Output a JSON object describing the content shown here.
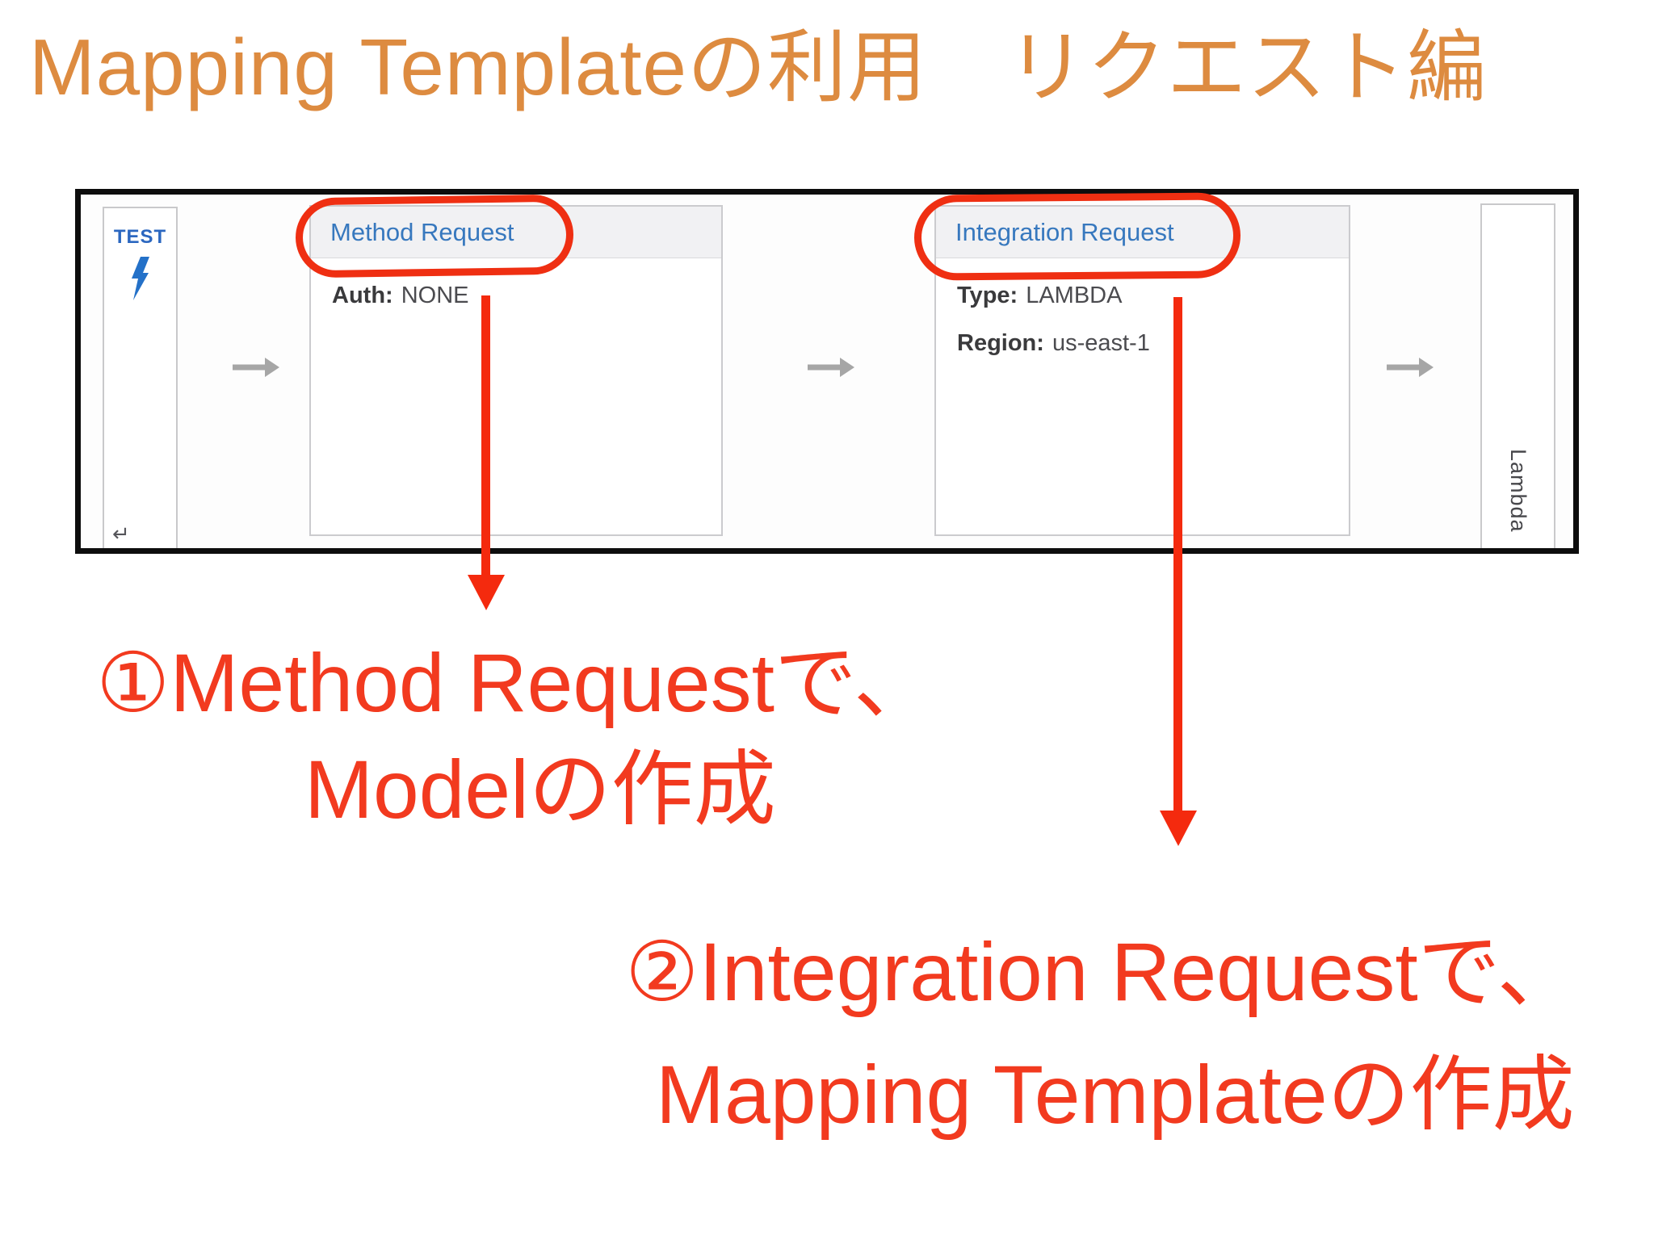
{
  "slide": {
    "title": "Mapping Templateの利用　リクエスト編",
    "title_color": "#DD8B40",
    "background": "#ffffff"
  },
  "console": {
    "test_label": "TEST",
    "lightning_icon": "lightning-bolt",
    "return_icon": "↵",
    "link_color": "#3778BE",
    "method_request": {
      "title": "Method Request",
      "fields": [
        {
          "label": "Auth:",
          "value": "NONE"
        }
      ]
    },
    "integration_request": {
      "title": "Integration Request",
      "fields": [
        {
          "label": "Type:",
          "value": "LAMBDA"
        },
        {
          "label": "Region:",
          "value": "us-east-1"
        }
      ]
    },
    "lambda_label": "Lambda",
    "flow_arrow_color": "#A6A6A6"
  },
  "annotations": {
    "red_color": "#F23A1F",
    "step1_line1": "①Method Requestで、",
    "step1_line2": "Modelの作成",
    "step2_line1": "②Integration Requestで、",
    "step2_line2": "Mapping Templateの作成"
  }
}
